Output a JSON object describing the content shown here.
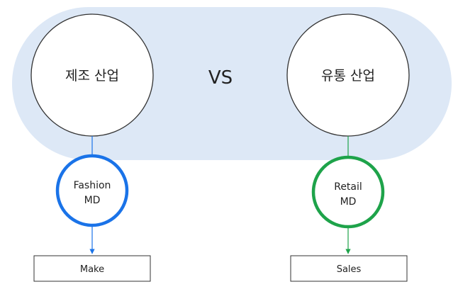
{
  "colors": {
    "band": "#dde8f6",
    "left_accent": "#1a73e8",
    "right_accent": "#1ea34a",
    "circle_stroke": "#333333",
    "box_stroke": "#333333",
    "text": "#222222"
  },
  "vs_label": "VS",
  "left": {
    "industry_label": "제조 산업",
    "role_line1": "Fashion",
    "role_line2": "MD",
    "activity_label": "Make"
  },
  "right": {
    "industry_label": "유통 산업",
    "role_line1": "Retail",
    "role_line2": "MD",
    "activity_label": "Sales"
  }
}
